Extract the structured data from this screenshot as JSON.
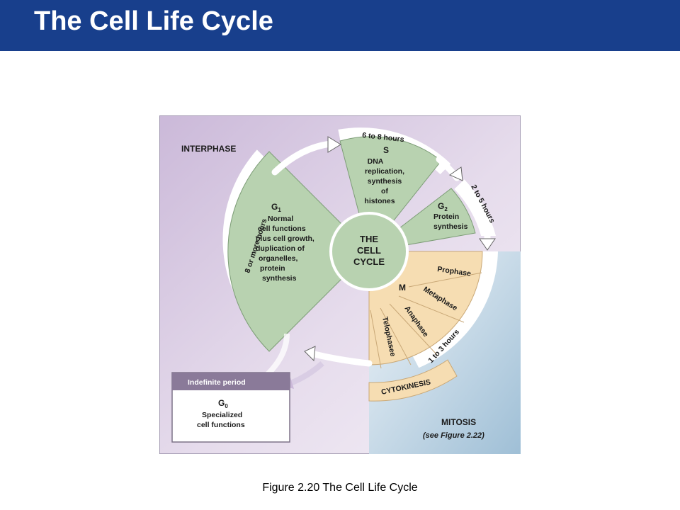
{
  "header": {
    "title": "The Cell Life Cycle"
  },
  "diagram": {
    "phase_interphase": "INTERPHASE",
    "phase_mitosis": "MITOSIS",
    "mitosis_ref": "(see Figure 2.22)",
    "center": [
      "THE",
      "CELL",
      "CYCLE"
    ],
    "g1": {
      "label": "G",
      "sub": "1",
      "lines": [
        "Normal",
        "cell functions",
        "plus cell growth,",
        "duplication of",
        "organelles,",
        "protein",
        "synthesis"
      ],
      "duration": "8 or more hours"
    },
    "s": {
      "label": "S",
      "lines": [
        "DNA",
        "replication,",
        "synthesis",
        "of",
        "histones"
      ],
      "duration": "6 to 8 hours"
    },
    "g2": {
      "label": "G",
      "sub": "2",
      "lines": [
        "Protein",
        "synthesis"
      ],
      "duration": "2 to 5 hours"
    },
    "m": {
      "label": "M",
      "phases": [
        "Prophase",
        "Metaphase",
        "Anaphase",
        "Telophasee"
      ],
      "duration": "1 to 3 hours"
    },
    "cytokinesis": "CYTOKINESIS",
    "g0": {
      "header": "Indefinite period",
      "label": "G",
      "sub": "0",
      "lines": [
        "Specialized",
        "cell functions"
      ]
    },
    "colors": {
      "header_bar": "#183f8c",
      "interphase_bg": "#d8cce3",
      "mitosis_bg": "#bcd3e2",
      "green_sector": "#b8d2b0",
      "m_sector": "#f6ddb2",
      "g0_header": "#8a7a99"
    }
  },
  "caption": "Figure 2.20  The Cell Life Cycle"
}
